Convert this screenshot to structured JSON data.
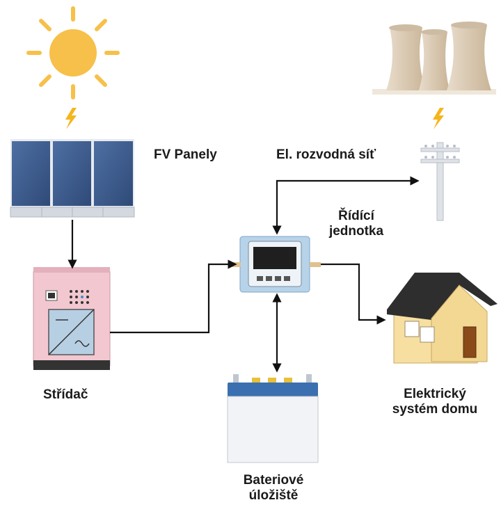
{
  "labels": {
    "pv_panels": "FV Panely",
    "grid": "El. rozvodná síť",
    "controller_line1": "Řídící",
    "controller_line2": "jednotka",
    "inverter": "Střídač",
    "house_line1": "Elektrický",
    "house_line2": "systém domu",
    "battery_line1": "Bateriové",
    "battery_line2": "úložiště"
  },
  "colors": {
    "sun": "#f7c04a",
    "panel": "#3d5a8a",
    "inverter_body": "#f2c7d0",
    "controller_body": "#b7d3ea",
    "battery_cap": "#3a6fb0",
    "roof": "#2e2e2e",
    "house_wall": "#f6dfa0",
    "door": "#8a4a1a",
    "tower": "#d9c7b0",
    "arrow": "#111111"
  }
}
